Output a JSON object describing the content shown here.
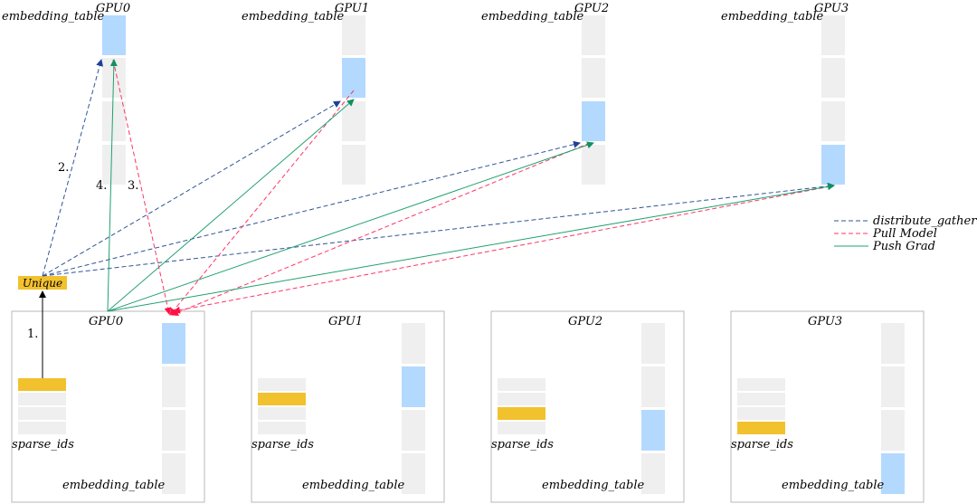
{
  "top_tables": [
    {
      "gpu": "GPU0",
      "table": "embedding_table",
      "highlight": 0
    },
    {
      "gpu": "GPU1",
      "table": "embedding_table",
      "highlight": 1
    },
    {
      "gpu": "GPU2",
      "table": "embedding_table",
      "highlight": 2
    },
    {
      "gpu": "GPU3",
      "table": "embedding_table",
      "highlight": 3
    }
  ],
  "gpu_boxes": [
    {
      "gpu": "GPU0",
      "sparse": "sparse_ids",
      "table": "embedding_table",
      "id_highlight": 0,
      "emb_highlight": 0
    },
    {
      "gpu": "GPU1",
      "sparse": "sparse_ids",
      "table": "embedding_table",
      "id_highlight": 1,
      "emb_highlight": 1
    },
    {
      "gpu": "GPU2",
      "sparse": "sparse_ids",
      "table": "embedding_table",
      "id_highlight": 2,
      "emb_highlight": 2
    },
    {
      "gpu": "GPU3",
      "sparse": "sparse_ids",
      "table": "embedding_table",
      "id_highlight": 3,
      "emb_highlight": 3
    }
  ],
  "unique_label": "Unique",
  "step_labels": {
    "s1": "1.",
    "s2": "2.",
    "s3": "3.",
    "s4": "4."
  },
  "legend": [
    {
      "label": "distribute_gather",
      "style": "dashed",
      "color": "#2f5496"
    },
    {
      "label": "Pull Model",
      "style": "dashed",
      "color": "#ff3366"
    },
    {
      "label": "Push Grad",
      "style": "solid",
      "color": "#20a070"
    }
  ],
  "colors": {
    "row": "#efefef",
    "highlight_row": "#b3d9ff",
    "id_highlight": "#f2c12e",
    "box_border": "#b8b8b8",
    "unique_fill": "#f2c12e",
    "arrow_black": "#000000"
  }
}
